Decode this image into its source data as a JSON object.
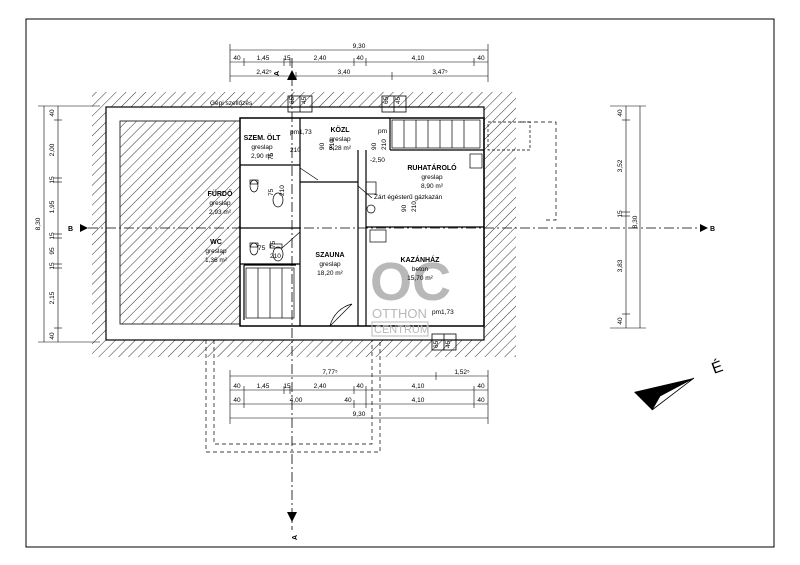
{
  "rooms": [
    {
      "name": "SZEM. ÖLT",
      "floor": "greslap",
      "area": "2,90 m²"
    },
    {
      "name": "KÖZL",
      "floor": "greslap",
      "area": "8,28 m²"
    },
    {
      "name": "RUHATÁROLÓ",
      "floor": "greslap",
      "area": "8,90 m²"
    },
    {
      "name": "FÜRDŐ",
      "floor": "greslap",
      "area": "2,93 m²"
    },
    {
      "name": "WC",
      "floor": "greslap",
      "area": "1,36 m²"
    },
    {
      "name": "SZAUNA",
      "floor": "greslap",
      "area": "18,20 m²"
    },
    {
      "name": "KAZÁNHÁZ",
      "floor": "beton",
      "area": "15,70 m²"
    }
  ],
  "notes": {
    "gepi": "Gépi szellőzés",
    "gaz": "Zárt égésterű gázkazán",
    "pm1": "pm1,73",
    "pm2": "pm1,73",
    "pm3": "pm",
    "lvl": "-2,50"
  },
  "top_dims": {
    "total": "9,30",
    "row1": [
      "40",
      "1,45",
      "15",
      "2,40",
      "40",
      "4,10",
      "40"
    ],
    "row2": [
      "2,42⁵",
      "3,40",
      "3,47⁵"
    ]
  },
  "bottom_dims": {
    "row1": [
      "7,77⁵",
      "1,52⁵"
    ],
    "row2": [
      "40",
      "1,45",
      "15",
      "2,40",
      "40",
      "4,10",
      "40"
    ],
    "row3": [
      "40",
      "4,00",
      "40",
      "4,10",
      "40"
    ],
    "total": "9,30"
  },
  "left_dims": {
    "chain": [
      "40",
      "2,00",
      "15",
      "1,95",
      "15",
      "95",
      "15",
      "2,15",
      "40"
    ],
    "total": "8,30"
  },
  "right_dims": {
    "chain": [
      "40",
      "3,52",
      "15",
      "3,83",
      "40"
    ],
    "total": "8,30"
  },
  "door_dims": {
    "d1": "75",
    "d2": "210",
    "d3": "90",
    "d4": "210",
    "d5": "90",
    "d6": "210",
    "d7": "90",
    "d8": "210",
    "d9": "75",
    "d10": "210",
    "d11": "75",
    "d12": "210",
    "d13": "65",
    "d14": "45",
    "d15": "65",
    "d16": "45",
    "d17": "65",
    "d18": "45",
    "d19": "75"
  },
  "sections": {
    "a_top": "A",
    "a_bottom": "A",
    "b_left": "B",
    "b_right": "B"
  },
  "watermark": {
    "mark": "OC",
    "line1": "OTTHON",
    "line2": "CENTRUM"
  },
  "north": {
    "label": "É"
  }
}
